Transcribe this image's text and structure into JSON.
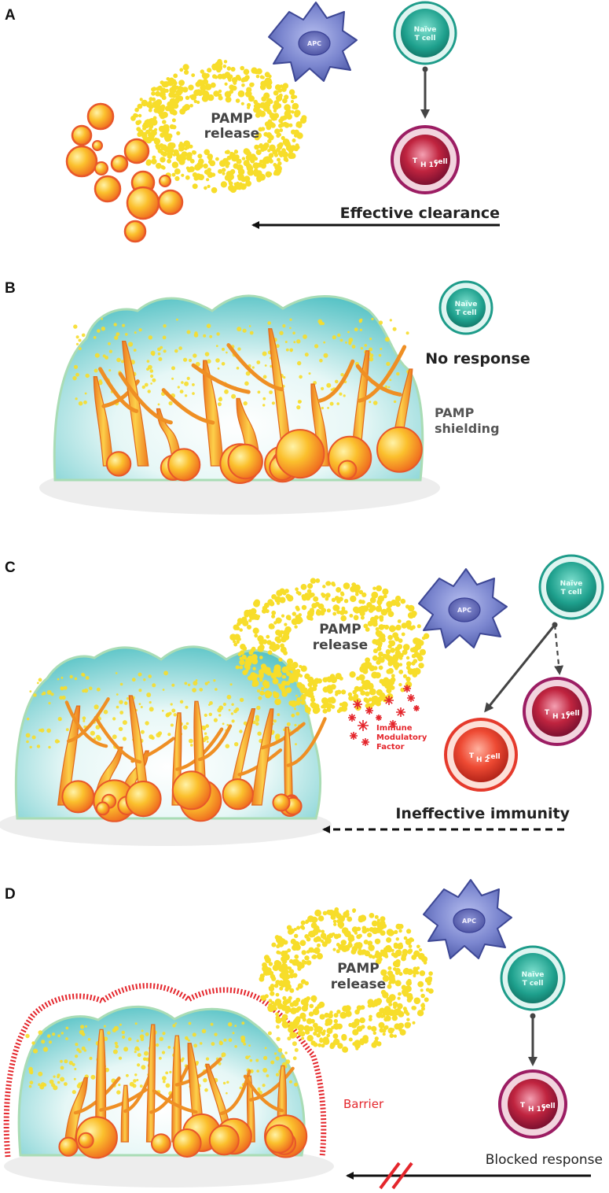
{
  "panels": {
    "a": {
      "letter": "A",
      "pamp_line1": "PAMP",
      "pamp_line2": "release",
      "apc": "APC",
      "naive_line1": "Naïve",
      "naive_line2": "T cell",
      "th_main": "T",
      "th_sub": "H 17",
      "th_cell": "cell",
      "caption": "Effective clearance"
    },
    "b": {
      "letter": "B",
      "naive_line1": "Naïve",
      "naive_line2": "T cell",
      "no_response": "No response",
      "shield_line1": "PAMP",
      "shield_line2": "shielding"
    },
    "c": {
      "letter": "C",
      "pamp_line1": "PAMP",
      "pamp_line2": "release",
      "apc": "APC",
      "naive_line1": "Naïve",
      "naive_line2": "T cell",
      "imf_line1": "Immune",
      "imf_line2": "Modulatory",
      "imf_line3": "Factor",
      "th2_main": "T",
      "th2_sub": "H 2",
      "th2_cell": "cell",
      "th17_main": "T",
      "th17_sub": "H 17",
      "th17_cell": "cell",
      "caption": "Ineffective immunity"
    },
    "d": {
      "letter": "D",
      "pamp_line1": "PAMP",
      "pamp_line2": "release",
      "apc": "APC",
      "naive_line1": "Naïve",
      "naive_line2": "T cell",
      "th_main": "T",
      "th_sub": "H 17",
      "th_cell": "cell",
      "barrier": "Barrier",
      "caption": "Blocked response"
    }
  },
  "colors": {
    "pamp_dots": "#f7dd2a",
    "biofilm_fill": "#5cc6c8",
    "biofilm_edge": "#a9dcb5",
    "fungus_orange": "#f4a21b",
    "fungus_red": "#e25a1c",
    "apc_blue": "#6d79c4",
    "naive_teal": "#1e9c8a",
    "th17_purple": "#9c1d63",
    "th2_red": "#e53a2c",
    "barrier_red": "#e4262c"
  }
}
